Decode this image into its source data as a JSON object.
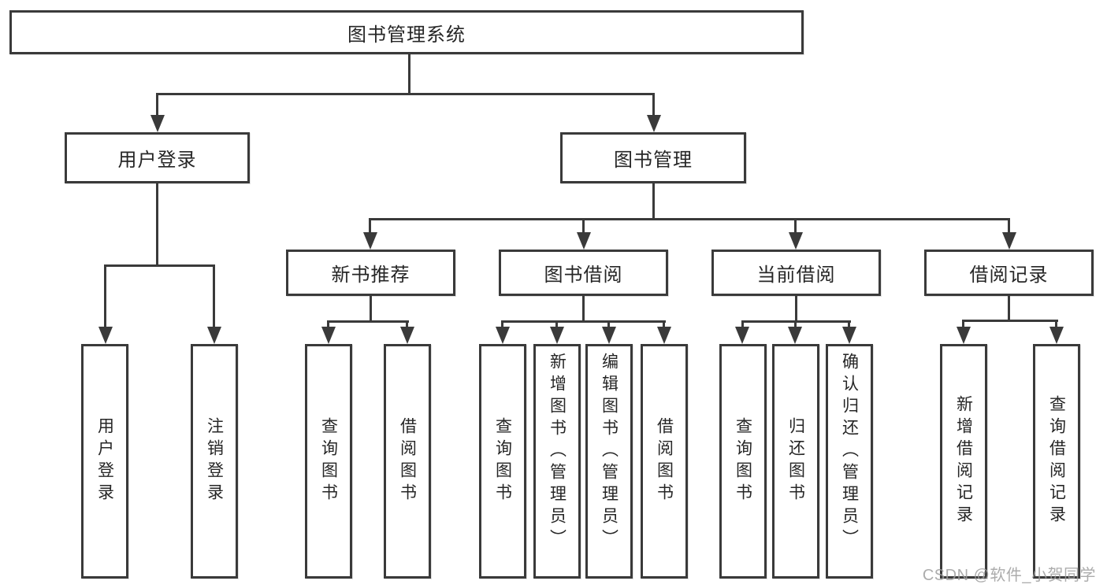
{
  "diagram": {
    "root": {
      "label": "图书管理系统"
    },
    "level2": {
      "user_login": {
        "label": "用户登录"
      },
      "book_management": {
        "label": "图书管理"
      }
    },
    "level3": {
      "new_book_recommend": {
        "label": "新书推荐"
      },
      "book_borrow": {
        "label": "图书借阅"
      },
      "current_borrow": {
        "label": "当前借阅"
      },
      "borrow_record": {
        "label": "借阅记录"
      }
    },
    "leaves": {
      "user_login_leaf": {
        "label": "用户登录"
      },
      "logout_leaf": {
        "label": "注销登录"
      },
      "recommend_query_books": {
        "label": "查询图书"
      },
      "recommend_borrow_books": {
        "label": "借阅图书"
      },
      "borrow_query_books": {
        "label": "查询图书"
      },
      "borrow_add_books_admin": {
        "label": "新增图书（管理员）"
      },
      "borrow_edit_books_admin": {
        "label": "编辑图书（管理员）"
      },
      "borrow_borrow_books": {
        "label": "借阅图书"
      },
      "current_query_books": {
        "label": "查询图书"
      },
      "current_return_books": {
        "label": "归还图书"
      },
      "current_confirm_return_admin": {
        "label": "确认归还（管理员）"
      },
      "record_add_borrow_record": {
        "label": "新增借阅记录"
      },
      "record_query_borrow_record": {
        "label": "查询借阅记录"
      }
    }
  },
  "watermark": {
    "text": "CSDN @软件_小贺同学"
  }
}
